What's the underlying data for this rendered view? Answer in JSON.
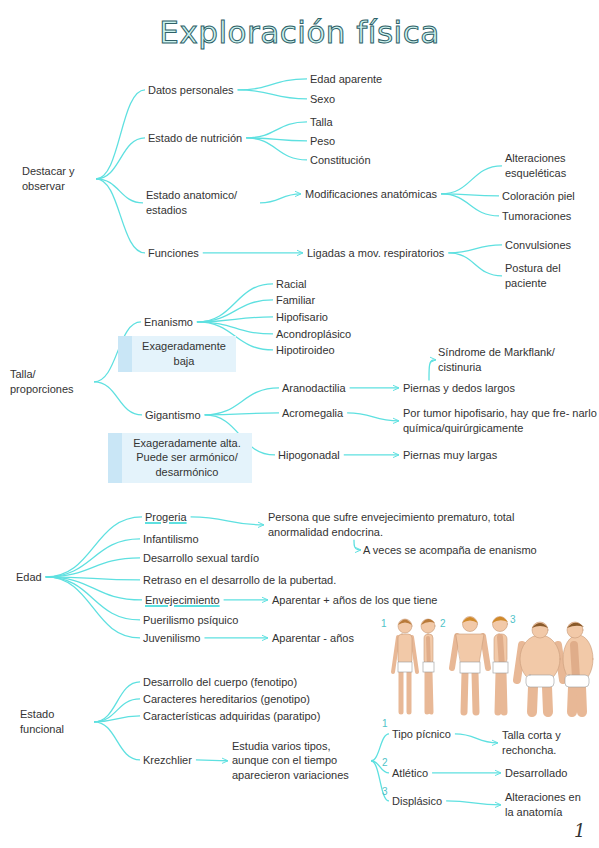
{
  "diagram": {
    "title": "Exploración física",
    "nodes": [
      {
        "text": [
          "Destacar y observar"
        ]
      },
      {
        "text": [
          "Datos personales"
        ]
      },
      {
        "text": [
          "Edad aparente"
        ]
      },
      {
        "text": [
          "Sexo"
        ]
      },
      {
        "text": [
          "Estado de nutrición"
        ]
      },
      {
        "text": [
          "Talla"
        ]
      },
      {
        "text": [
          "Peso"
        ]
      },
      {
        "text": [
          "Constitución"
        ]
      },
      {
        "text": [
          "Estado anatomico/ estadios"
        ]
      },
      {
        "text": [
          "Modificaciones anatómicas"
        ]
      },
      {
        "text": [
          "Alteraciones esqueléticas"
        ]
      },
      {
        "text": [
          "Coloración piel"
        ]
      },
      {
        "text": [
          "Tumoraciones"
        ]
      },
      {
        "text": [
          "Funciones"
        ]
      },
      {
        "text": [
          "Ligadas a mov. respiratorios"
        ]
      },
      {
        "text": [
          "Convulsiones"
        ]
      },
      {
        "text": [
          "Postura del paciente"
        ]
      },
      {
        "text": [
          "Talla/ proporciones"
        ]
      },
      {
        "text": [
          "Enanismo"
        ]
      },
      {
        "text": [
          "Racial"
        ]
      },
      {
        "text": [
          "Familiar"
        ]
      },
      {
        "text": [
          "Hipofisario"
        ]
      },
      {
        "text": [
          "Acondroplásico"
        ]
      },
      {
        "text": [
          "Hipotiroideo"
        ]
      },
      {
        "text": [
          "Exageradamente baja"
        ]
      },
      {
        "text": [
          "Gigantismo"
        ]
      },
      {
        "text": [
          "Aranodactilia"
        ]
      },
      {
        "text": [
          "Piernas y dedos largos"
        ]
      },
      {
        "text": [
          "Síndrome de Markflank/ cistinuria"
        ]
      },
      {
        "text": [
          "Acromegalia"
        ]
      },
      {
        "text": [
          "Por tumor hipofisario, hay que fre- narlo química/quirúrgicamente"
        ]
      },
      {
        "text": [
          "Hipogonadal"
        ]
      },
      {
        "text": [
          "Piernas muy largas"
        ]
      },
      {
        "text": [
          "Exageradamente alta. Puede ser armónico/ desarmónico"
        ]
      },
      {
        "text": [
          "Edad"
        ]
      },
      {
        "text": [
          "Progeria"
        ]
      },
      {
        "text": [
          "Persona que sufre envejecimiento prematuro, total anormalidad endocrina."
        ]
      },
      {
        "text": [
          "A veces se acompaña de enanismo"
        ]
      },
      {
        "text": [
          "Infantilismo"
        ]
      },
      {
        "text": [
          "Desarrollo sexual tardío"
        ]
      },
      {
        "text": [
          "Retraso en el desarrollo de la pubertad."
        ]
      },
      {
        "text": [
          "Envejecimiento"
        ]
      },
      {
        "text": [
          "Aparentar + años de los que tiene"
        ]
      },
      {
        "text": [
          "Puerilismo psíquico"
        ]
      },
      {
        "text": [
          "Juvenilismo"
        ]
      },
      {
        "text": [
          "Aparentar - años"
        ]
      },
      {
        "text": [
          "Estado funcional"
        ]
      },
      {
        "text": [
          "Desarrollo del cuerpo (fenotipo)"
        ]
      },
      {
        "text": [
          "Caracteres hereditarios (genotipo)"
        ]
      },
      {
        "text": [
          "Características adquiridas (paratipo)"
        ]
      },
      {
        "text": [
          "Krezchlier"
        ]
      },
      {
        "text": [
          "Estudia varios tipos, aunque con el tiempo aparecieron variaciones"
        ]
      },
      {
        "text": [
          "Tipo pícnico"
        ]
      },
      {
        "text": [
          "Talla corta y rechoncha."
        ]
      },
      {
        "text": [
          "Atlético"
        ]
      },
      {
        "text": [
          "Desarrollado"
        ]
      },
      {
        "text": [
          "Displásico"
        ]
      },
      {
        "text": [
          "Alteraciones en la anatomía"
        ]
      }
    ],
    "edges": [
      {
        "from": 0,
        "to": 1,
        "arrow": "none"
      },
      {
        "from": 0,
        "to": 4,
        "arrow": "none"
      },
      {
        "from": 0,
        "to": 8,
        "arrow": "none"
      },
      {
        "from": 0,
        "to": 13,
        "arrow": "none"
      },
      {
        "from": 1,
        "to": 2,
        "arrow": "none"
      },
      {
        "from": 1,
        "to": 3,
        "arrow": "none"
      },
      {
        "from": 4,
        "to": 5,
        "arrow": "none"
      },
      {
        "from": 4,
        "to": 6,
        "arrow": "none"
      },
      {
        "from": 4,
        "to": 7,
        "arrow": "none"
      },
      {
        "from": 8,
        "to": 9,
        "arrow": "to"
      },
      {
        "from": 9,
        "to": 10,
        "arrow": "none"
      },
      {
        "from": 9,
        "to": 11,
        "arrow": "none"
      },
      {
        "from": 9,
        "to": 12,
        "arrow": "none"
      },
      {
        "from": 13,
        "to": 14,
        "arrow": "to"
      },
      {
        "from": 14,
        "to": 15,
        "arrow": "none"
      },
      {
        "from": 14,
        "to": 16,
        "arrow": "none"
      },
      {
        "from": 17,
        "to": 18,
        "arrow": "none"
      },
      {
        "from": 17,
        "to": 25,
        "arrow": "none"
      },
      {
        "from": 18,
        "to": 19,
        "arrow": "none"
      },
      {
        "from": 18,
        "to": 20,
        "arrow": "none"
      },
      {
        "from": 18,
        "to": 21,
        "arrow": "none"
      },
      {
        "from": 18,
        "to": 22,
        "arrow": "none"
      },
      {
        "from": 18,
        "to": 23,
        "arrow": "none"
      },
      {
        "from": 25,
        "to": 26,
        "arrow": "none"
      },
      {
        "from": 25,
        "to": 29,
        "arrow": "none"
      },
      {
        "from": 25,
        "to": 31,
        "arrow": "none"
      },
      {
        "from": 26,
        "to": 27,
        "arrow": "to"
      },
      {
        "from": 27,
        "to": 28,
        "arrow": "to"
      },
      {
        "from": 29,
        "to": 30,
        "arrow": "to"
      },
      {
        "from": 31,
        "to": 32,
        "arrow": "to"
      },
      {
        "from": 34,
        "to": 35,
        "arrow": "none"
      },
      {
        "from": 34,
        "to": 38,
        "arrow": "none"
      },
      {
        "from": 34,
        "to": 39,
        "arrow": "none"
      },
      {
        "from": 34,
        "to": 40,
        "arrow": "none"
      },
      {
        "from": 34,
        "to": 41,
        "arrow": "none"
      },
      {
        "from": 34,
        "to": 43,
        "arrow": "none"
      },
      {
        "from": 34,
        "to": 44,
        "arrow": "none"
      },
      {
        "from": 35,
        "to": 36,
        "arrow": "to"
      },
      {
        "from": 36,
        "to": 37,
        "arrow": "to"
      },
      {
        "from": 41,
        "to": 42,
        "arrow": "to"
      },
      {
        "from": 44,
        "to": 45,
        "arrow": "to"
      },
      {
        "from": 46,
        "to": 47,
        "arrow": "none"
      },
      {
        "from": 46,
        "to": 48,
        "arrow": "none"
      },
      {
        "from": 46,
        "to": 49,
        "arrow": "none"
      },
      {
        "from": 46,
        "to": 50,
        "arrow": "none"
      },
      {
        "from": 50,
        "to": 51,
        "arrow": "to"
      },
      {
        "from": 51,
        "to": 52,
        "arrow": "none"
      },
      {
        "from": 51,
        "to": 54,
        "arrow": "none"
      },
      {
        "from": 51,
        "to": 56,
        "arrow": "none"
      },
      {
        "from": 52,
        "to": 53,
        "arrow": "to"
      },
      {
        "from": 54,
        "to": 55,
        "arrow": "to"
      },
      {
        "from": 56,
        "to": 57,
        "arrow": "to"
      }
    ],
    "labels": [
      "1",
      "2",
      "3",
      "1",
      "2",
      "3",
      "1"
    ]
  }
}
